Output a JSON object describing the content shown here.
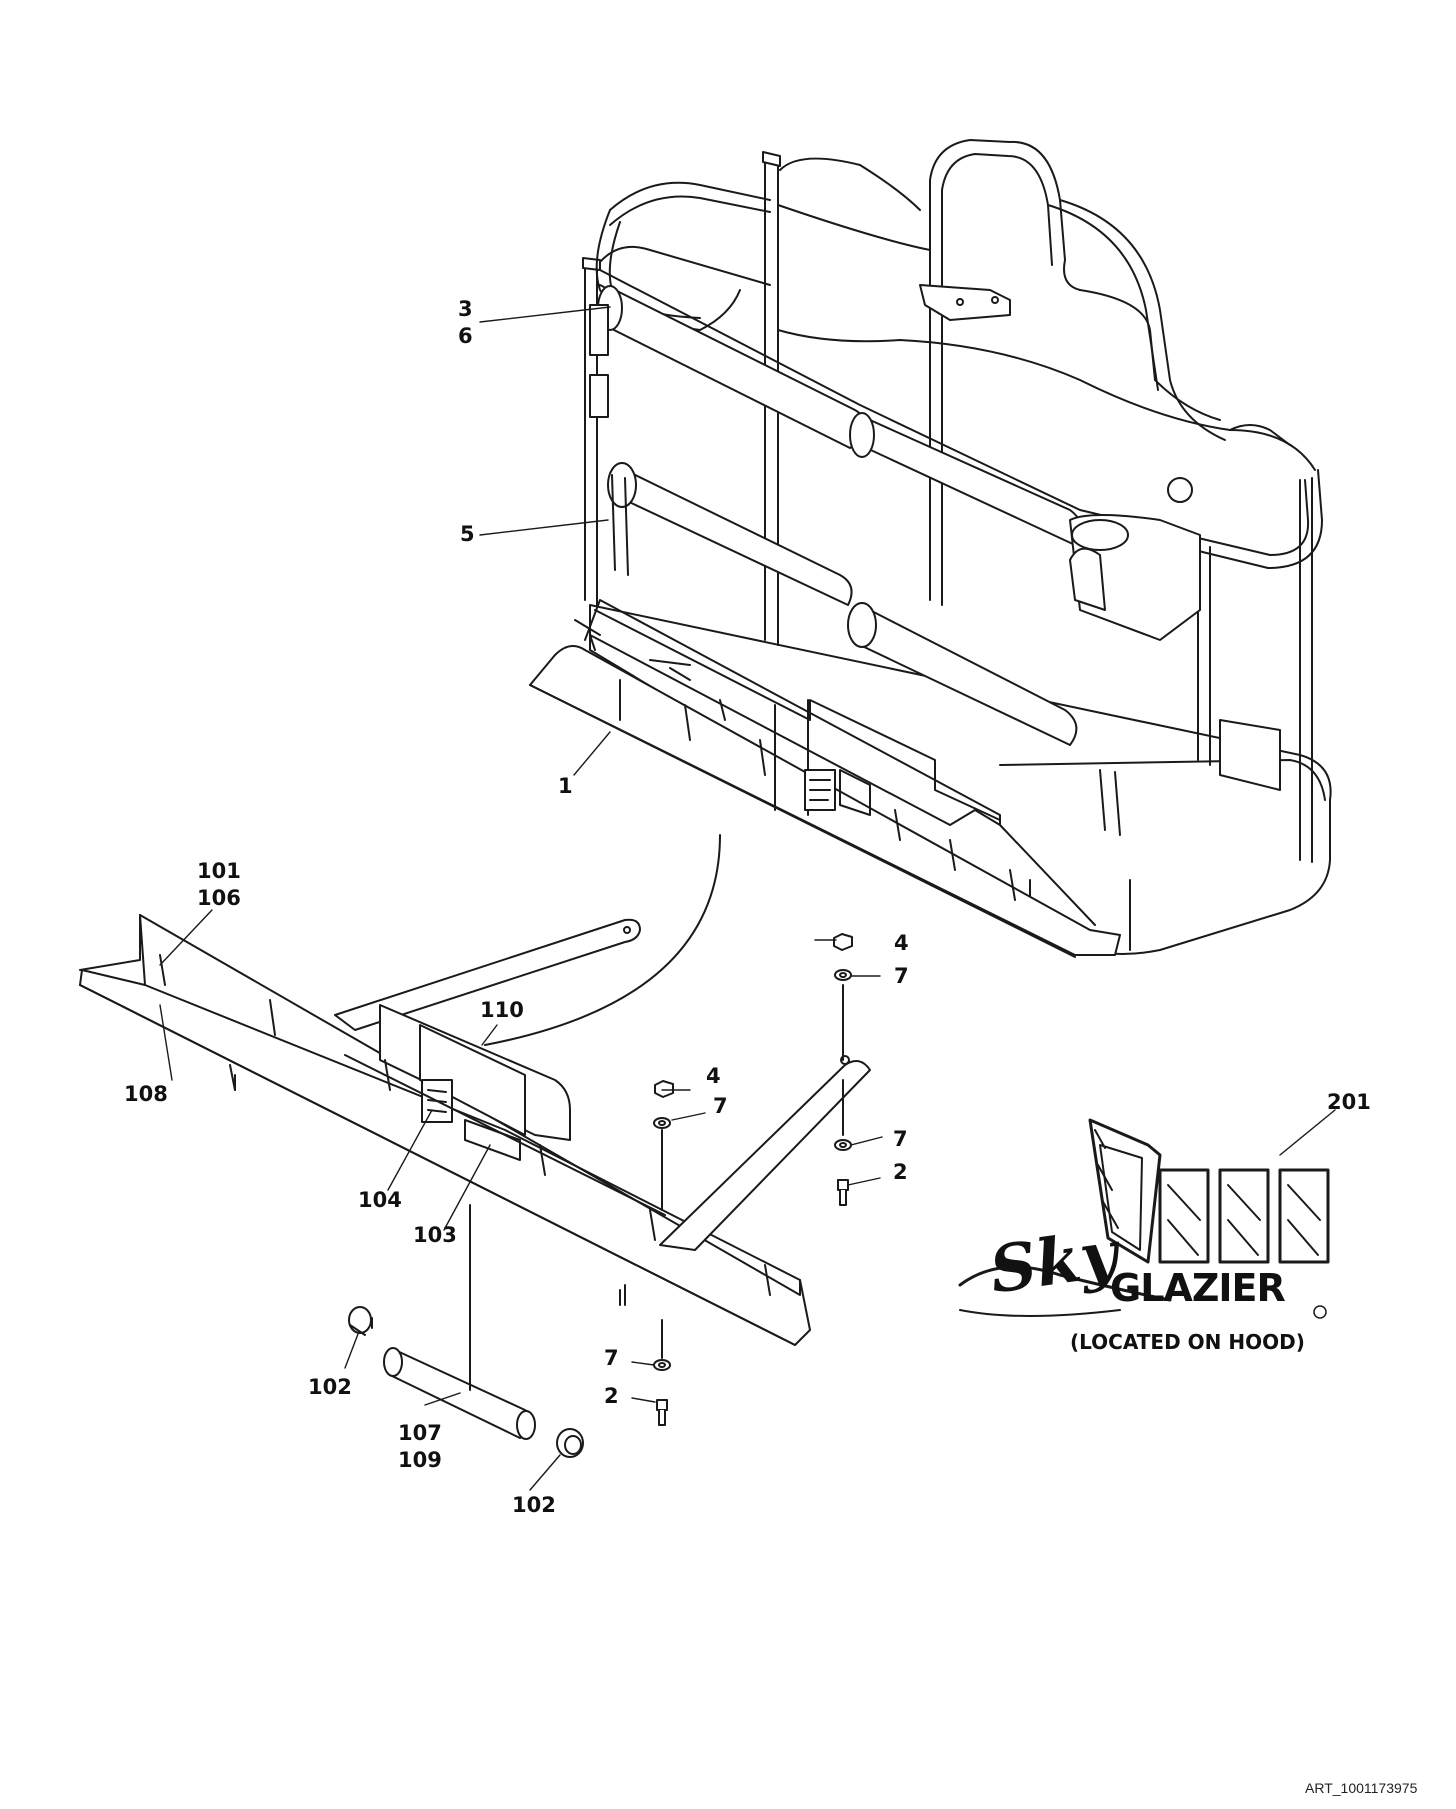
{
  "diagram": {
    "callouts": [
      {
        "id": "c-3-6",
        "lines": [
          "3",
          "6"
        ]
      },
      {
        "id": "c-5",
        "lines": [
          "5"
        ]
      },
      {
        "id": "c-1",
        "lines": [
          "1"
        ]
      },
      {
        "id": "c-101-106",
        "lines": [
          "101",
          "106"
        ]
      },
      {
        "id": "c-108",
        "lines": [
          "108"
        ]
      },
      {
        "id": "c-110",
        "lines": [
          "110"
        ]
      },
      {
        "id": "c-104",
        "lines": [
          "104"
        ]
      },
      {
        "id": "c-103",
        "lines": [
          "103"
        ]
      },
      {
        "id": "c-4a",
        "lines": [
          "4"
        ]
      },
      {
        "id": "c-7a",
        "lines": [
          "7"
        ]
      },
      {
        "id": "c-4b",
        "lines": [
          "4"
        ]
      },
      {
        "id": "c-7b",
        "lines": [
          "7"
        ]
      },
      {
        "id": "c-7c",
        "lines": [
          "7"
        ]
      },
      {
        "id": "c-2a",
        "lines": [
          "2"
        ]
      },
      {
        "id": "c-7d",
        "lines": [
          "7"
        ]
      },
      {
        "id": "c-2b",
        "lines": [
          "2"
        ]
      },
      {
        "id": "c-102a",
        "lines": [
          "102"
        ]
      },
      {
        "id": "c-107-109",
        "lines": [
          "107",
          "109"
        ]
      },
      {
        "id": "c-102b",
        "lines": [
          "102"
        ]
      },
      {
        "id": "c-201",
        "lines": [
          "201"
        ]
      }
    ],
    "logo": {
      "wordmark_script": "Sky",
      "wordmark_block": "GLAZIER",
      "note": "(LOCATED ON HOOD)"
    },
    "art_id": "ART_1001173975"
  }
}
